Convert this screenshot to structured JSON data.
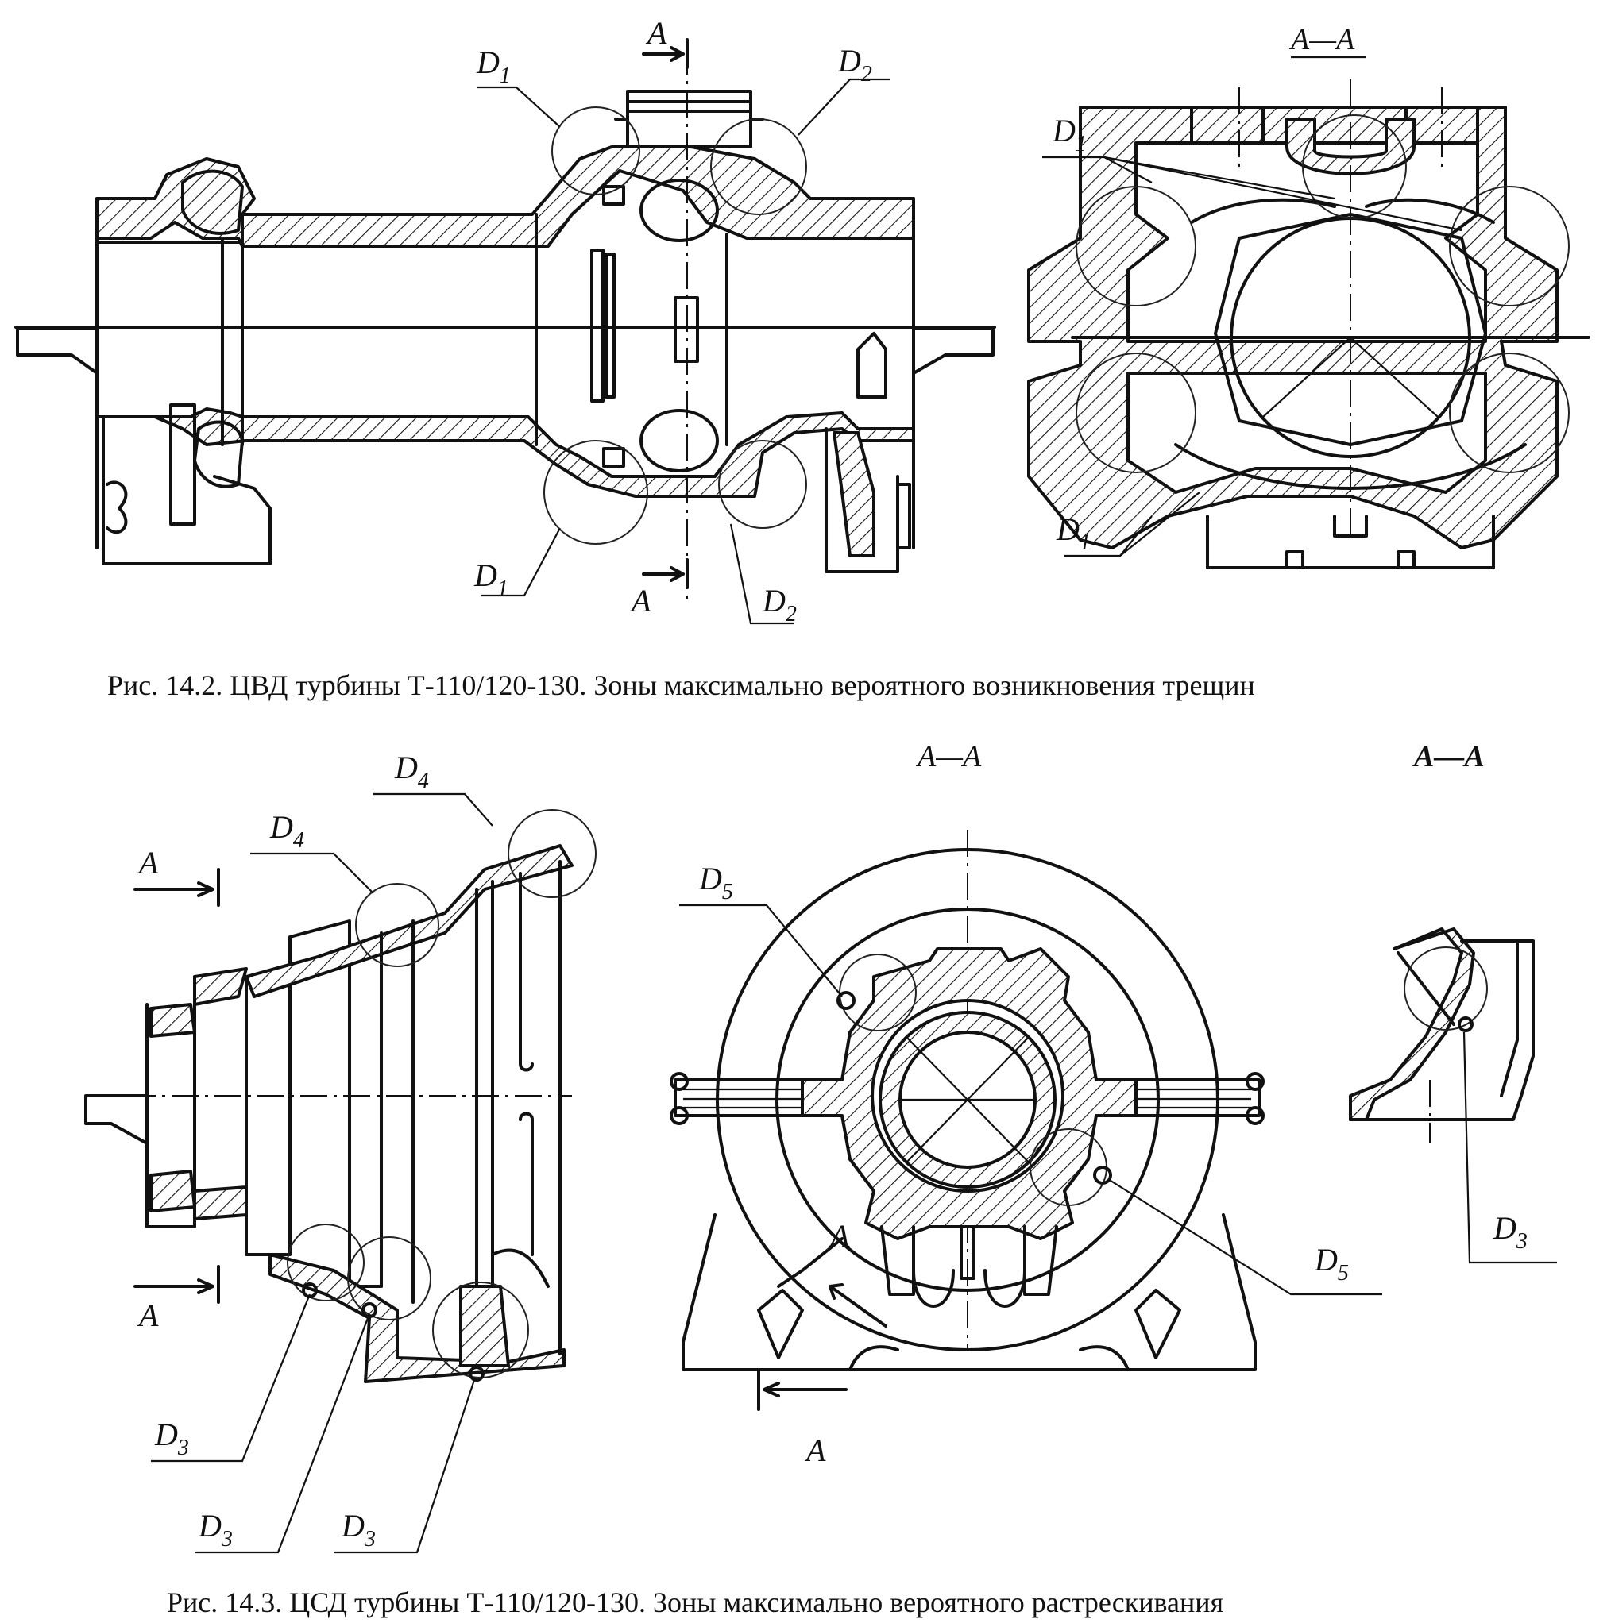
{
  "figure1": {
    "caption": "Рис. 14.2. ЦВД турбины Т-110/120-130. Зоны максимально вероятного возникновения трещин",
    "section_title": "A—A",
    "section_marks": [
      "A",
      "A"
    ],
    "labels": [
      {
        "letter": "D",
        "index": "1"
      },
      {
        "letter": "D",
        "index": "2"
      },
      {
        "letter": "D",
        "index": "1"
      },
      {
        "letter": "D",
        "index": "2"
      },
      {
        "letter": "D",
        "index": "1"
      },
      {
        "letter": "D",
        "index": "1"
      }
    ]
  },
  "figure2": {
    "caption": "Рис. 14.3. ЦСД турбины Т-110/120-130. Зоны максимально вероятного растрескивания",
    "section_title_middle": "A—A",
    "section_title_right": "A—A",
    "section_marks": [
      "A",
      "A",
      "A",
      "A"
    ],
    "labels": [
      {
        "letter": "D",
        "index": "4"
      },
      {
        "letter": "D",
        "index": "4"
      },
      {
        "letter": "D",
        "index": "3"
      },
      {
        "letter": "D",
        "index": "3"
      },
      {
        "letter": "D",
        "index": "3"
      },
      {
        "letter": "D",
        "index": "5"
      },
      {
        "letter": "D",
        "index": "5"
      },
      {
        "letter": "D",
        "index": "3"
      }
    ]
  }
}
